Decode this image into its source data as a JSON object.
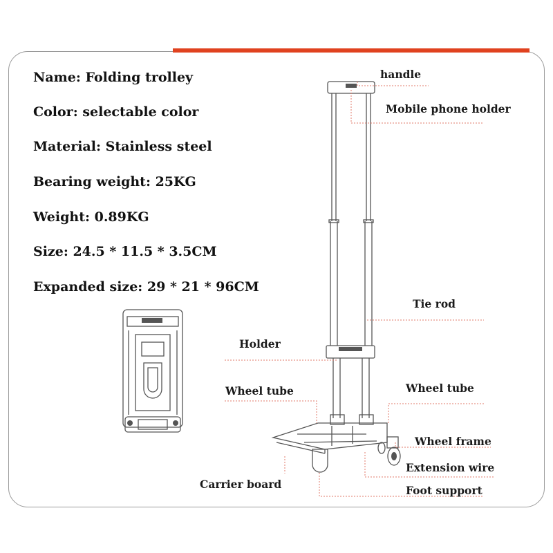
{
  "specs": {
    "name": "Name: Folding trolley",
    "color": "Color: selectable color",
    "material": "Material: Stainless steel",
    "bearing_weight": "Bearing weight: 25KG",
    "weight": "Weight: 0.89KG",
    "size": "Size: 24.5 * 11.5 * 3.5CM",
    "expanded_size": "Expanded size: 29 * 21 * 96CM"
  },
  "labels": {
    "handle": "handle",
    "mobile_phone_holder": "Mobile phone holder",
    "tie_rod": "Tie rod",
    "holder": "Holder",
    "wheel_tube_left": "Wheel tube",
    "wheel_tube_right": "Wheel tube",
    "wheel_frame": "Wheel frame",
    "extension_wire": "Extension wire",
    "carrier_board": "Carrier board",
    "foot_support": "Foot support"
  },
  "colors": {
    "accent_bar": "#e0421f",
    "leader_lines": "#e07a6a"
  }
}
